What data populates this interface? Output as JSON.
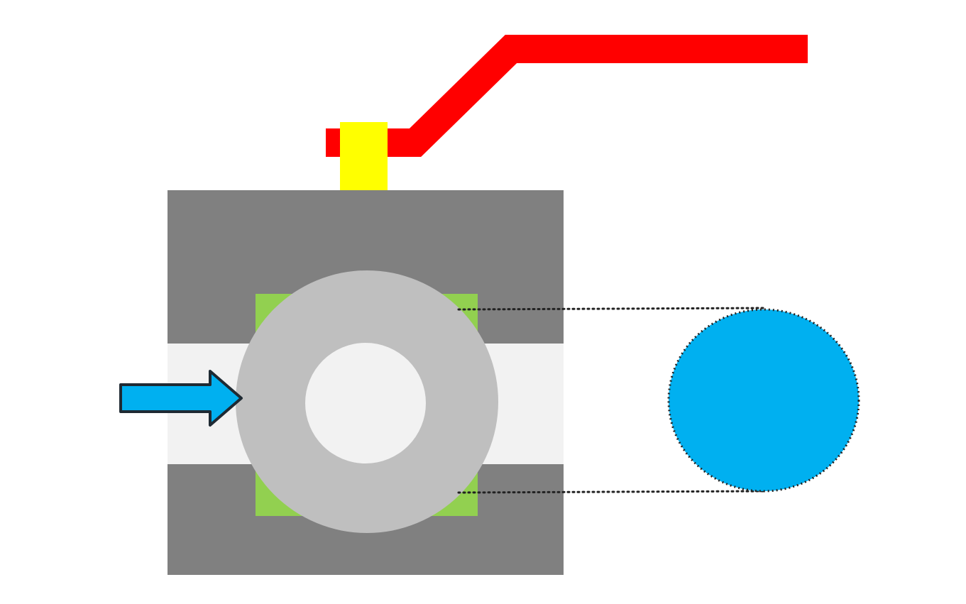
{
  "diagram": {
    "type": "ball-valve-cross-section",
    "state": "open",
    "flow_direction": "left-to-right",
    "colors": {
      "background": "#ffffff",
      "handle": "#ff0000",
      "stem": "#ffff00",
      "body": "#808080",
      "passage": "#f2f2f2",
      "seat": "#92d050",
      "ball": "#bfbfbf",
      "bore": "#f2f2f2",
      "flow_arrow": "#00b0f0",
      "flow_arrow_outline": "#1f2a33",
      "bore_opening": "#00b0f0",
      "projection_line": "#222222"
    }
  }
}
